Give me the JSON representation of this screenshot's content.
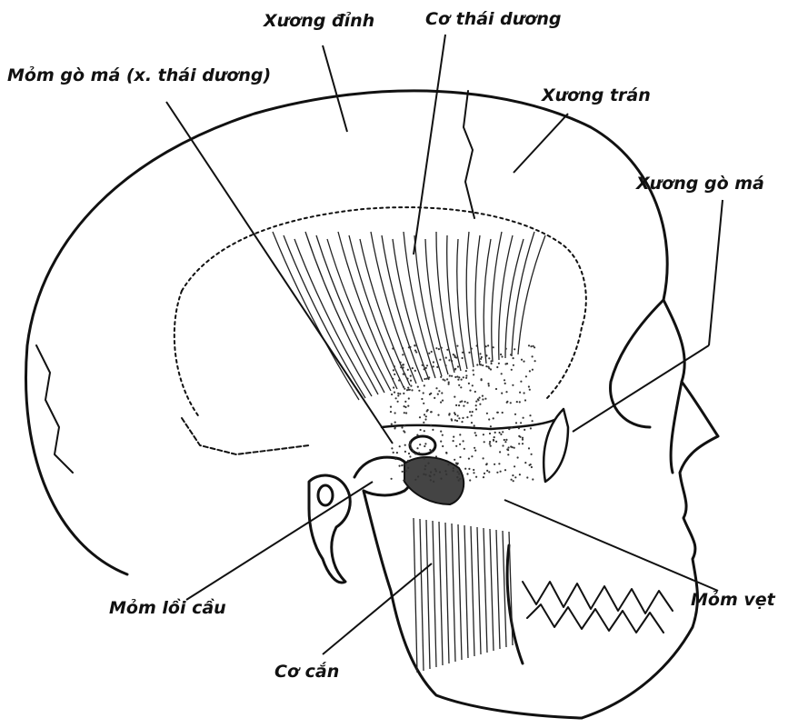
{
  "labels": {
    "parietal": "Xương đỉnh",
    "temporalis": "Cơ thái dương",
    "zygomatic_process": "Mỏm gò má (x. thái dương)",
    "frontal": "Xương trán",
    "zygomatic_bone": "Xương gò má",
    "condyle": "Mỏm lồi cầu",
    "masseter": "Cơ cắn",
    "coronoid": "Mỏm vẹt"
  },
  "colors": {
    "ink": "#111111",
    "paper": "#ffffff"
  }
}
